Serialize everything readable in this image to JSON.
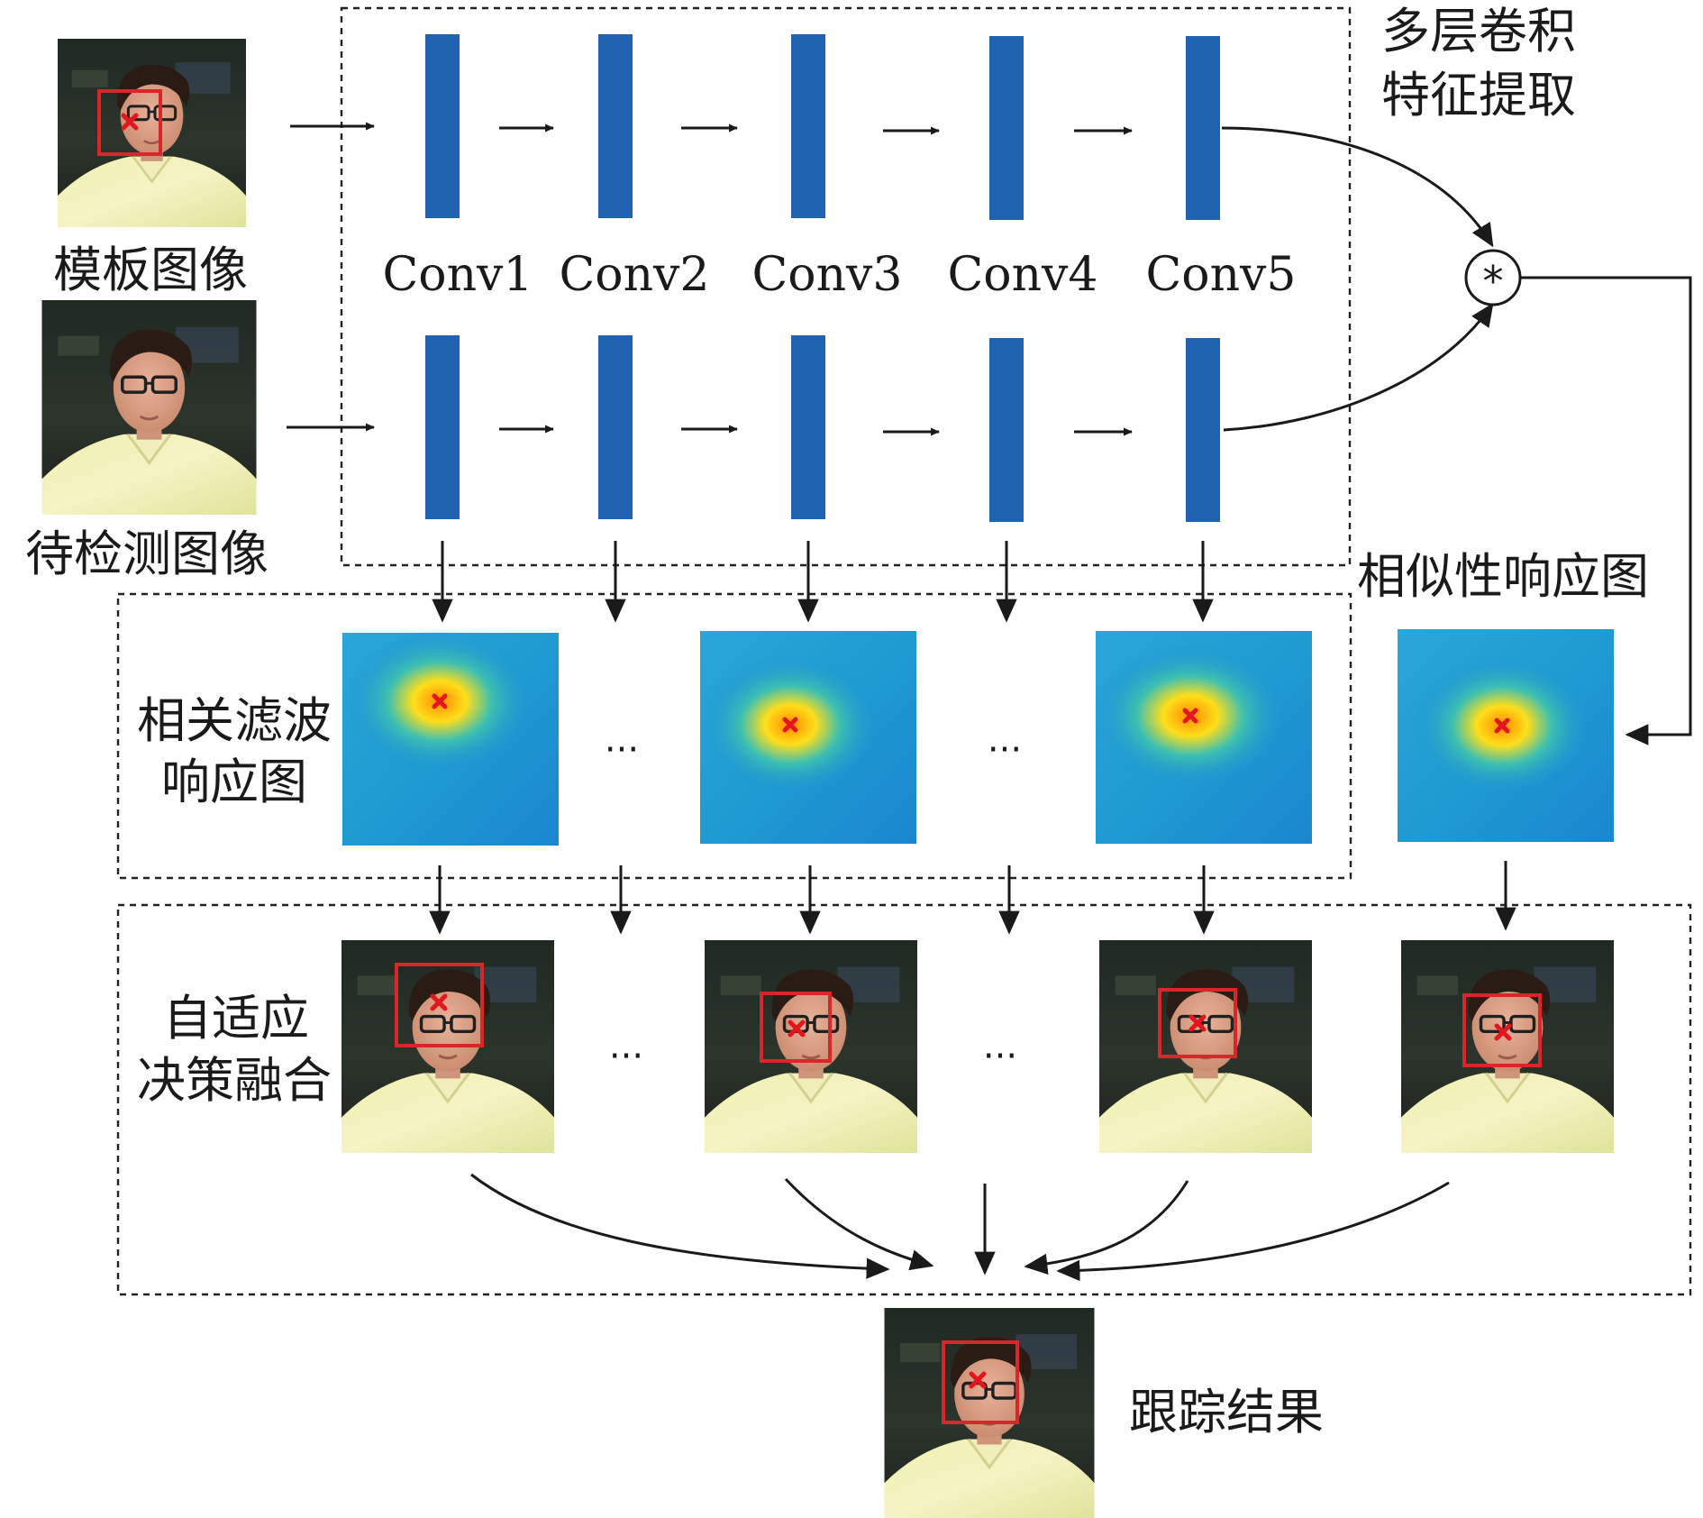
{
  "labels": {
    "template_image": "模板图像",
    "search_image": "待检测图像",
    "feature_extraction_line1": "多层卷积",
    "feature_extraction_line2": "特征提取",
    "similarity_map": "相似性响应图",
    "cf_response_line1": "相关滤波",
    "cf_response_line2": "响应图",
    "fusion_line1": "自适应",
    "fusion_line2": "决策融合",
    "tracking_result": "跟踪结果",
    "correlation_op": "*"
  },
  "conv_layers": [
    "Conv1",
    "Conv2",
    "Conv3",
    "Conv4",
    "Conv5"
  ],
  "ellipsis": "···",
  "colors": {
    "conv_bar": "#1f63b0",
    "bounding_box": "#d9262b",
    "target_mark": "#e3151d",
    "heatmap_low": "#1b8fd6",
    "heatmap_mid": "#3ec0b0",
    "heatmap_peak": "#ffde1a"
  }
}
